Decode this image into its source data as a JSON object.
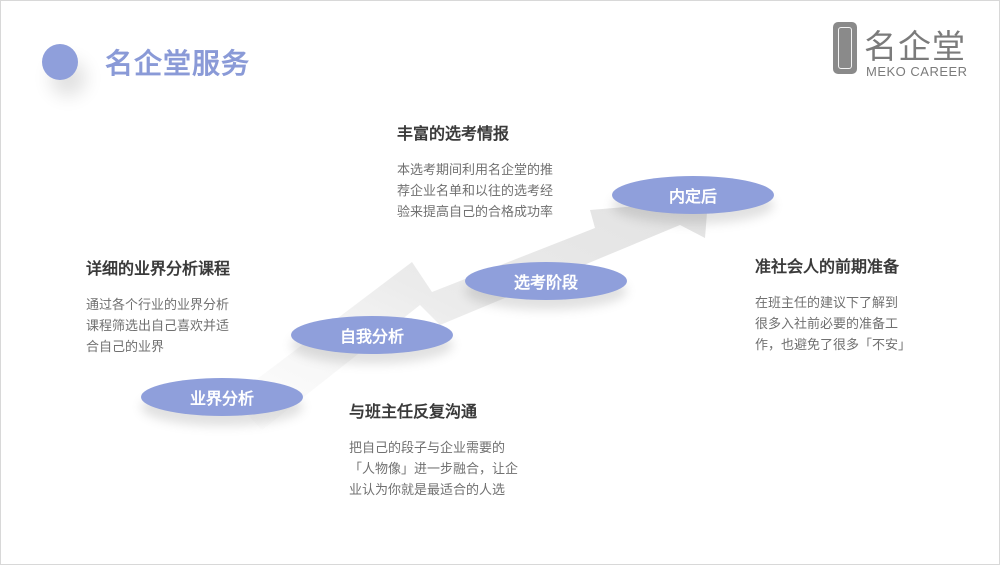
{
  "header": {
    "title": "名企堂服务",
    "accent_color": "#8f9fdb"
  },
  "logo": {
    "name_cn": "名企堂",
    "name_en": "MEKO CAREER",
    "mark_icon": "seal-icon"
  },
  "stages": [
    {
      "label": "业界分析"
    },
    {
      "label": "自我分析"
    },
    {
      "label": "选考阶段"
    },
    {
      "label": "内定后"
    }
  ],
  "blocks": {
    "industry": {
      "heading": "详细的业界分析课程",
      "lines": [
        "通过各个行业的业界分析",
        "课程筛选出自己喜欢并适",
        "合自己的业界"
      ]
    },
    "selection": {
      "heading": "丰富的选考情报",
      "lines": [
        "本选考期间利用名企堂的推",
        "荐企业名单和以往的选考经",
        "验来提高自己的合格成功率"
      ]
    },
    "teacher": {
      "heading": "与班主任反复沟通",
      "lines": [
        "把自己的段子与企业需要的",
        "「人物像」进一步融合，让企",
        "业认为你就是最适合的人选"
      ]
    },
    "society": {
      "heading": "准社会人的前期准备",
      "lines": [
        "在班主任的建议下了解到",
        "很多入社前必要的准备工",
        "作，也避免了很多「不安」"
      ]
    }
  }
}
